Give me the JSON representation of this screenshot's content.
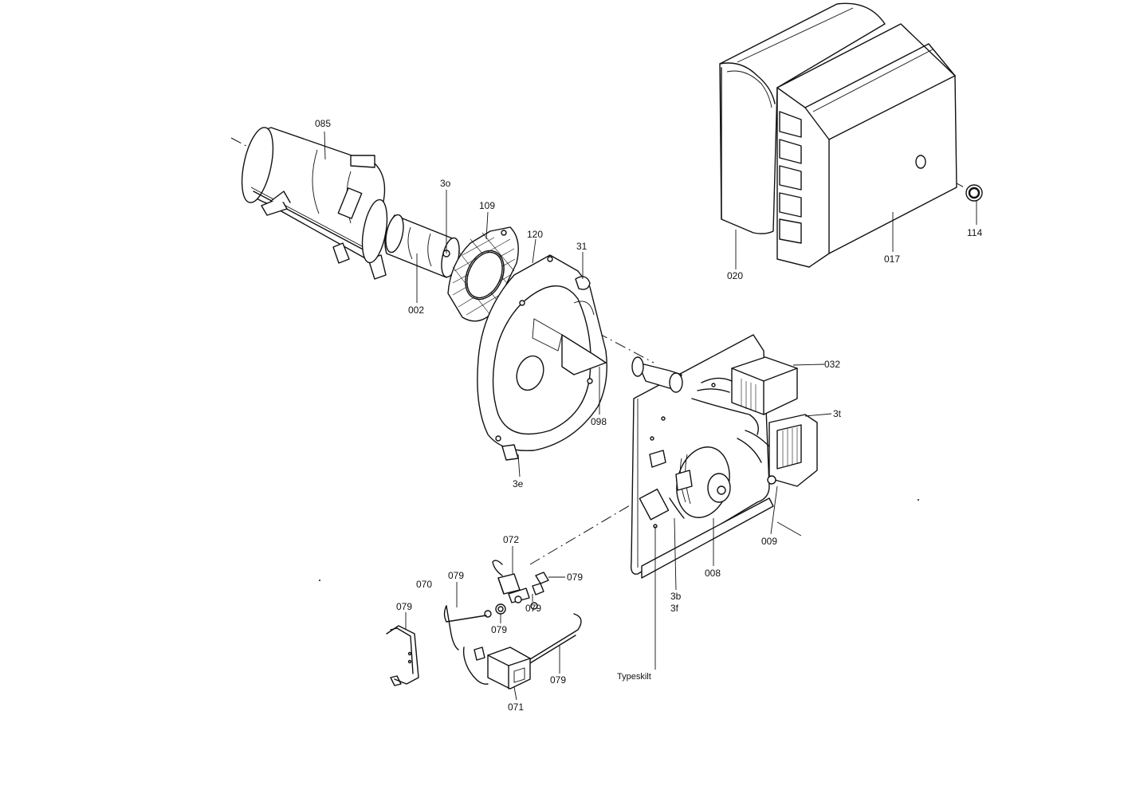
{
  "diagram": {
    "labels": {
      "p085": "085",
      "p3o": "3o",
      "p109": "109",
      "p120": "120",
      "p31_top": "31",
      "p002": "002",
      "p098": "098",
      "p3e": "3e",
      "p032": "032",
      "p3t": "3t",
      "p009": "009",
      "p008": "008",
      "p3b": "3b",
      "p3f": "3f",
      "p020": "020",
      "p017": "017",
      "p114": "114",
      "p072": "072",
      "p070": "070",
      "p079_a": "079",
      "p079_b": "079",
      "p079_c": "079",
      "p079_d": "079",
      "p079_e": "079",
      "p079_f": "079",
      "p071": "071",
      "typeskilt": "Typeskilt"
    }
  }
}
